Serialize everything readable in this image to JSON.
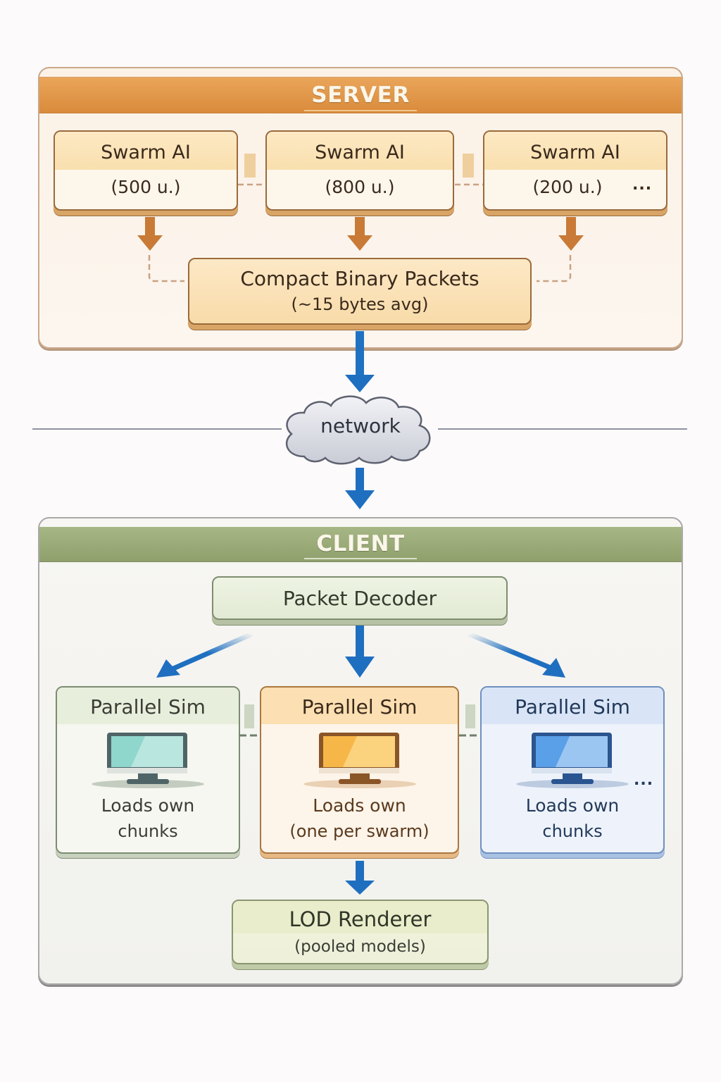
{
  "diagram": {
    "server": {
      "title": "SERVER",
      "swarms": [
        {
          "label": "Swarm AI",
          "units": "(500 u.)"
        },
        {
          "label": "Swarm AI",
          "units": "(800 u.)"
        },
        {
          "label": "Swarm AI",
          "units": "(200 u.)"
        }
      ],
      "more_indicator": "...",
      "packets": {
        "title": "Compact Binary Packets",
        "subtitle": "(~15 bytes avg)"
      }
    },
    "network": {
      "label": "network"
    },
    "client": {
      "title": "CLIENT",
      "decoder": {
        "title": "Packet Decoder"
      },
      "sims": [
        {
          "title": "Parallel Sim",
          "line1": "Loads own",
          "line2": "chunks",
          "theme": "green",
          "icon": "monitor-icon"
        },
        {
          "title": "Parallel Sim",
          "line1": "Loads own",
          "line2": "(one per swarm)",
          "theme": "orange",
          "icon": "monitor-icon"
        },
        {
          "title": "Parallel Sim",
          "line1": "Loads own",
          "line2": "chunks",
          "theme": "blue",
          "icon": "monitor-icon"
        }
      ],
      "more_indicator": "...",
      "renderer": {
        "title": "LOD Renderer",
        "subtitle": "(pooled models)"
      }
    },
    "colors": {
      "server_accent": "#dd8f40",
      "client_accent": "#98a874",
      "flow_arrow": "#1f6fc0",
      "server_arrow": "#c97a36",
      "network_line": "#8e93a0"
    }
  }
}
